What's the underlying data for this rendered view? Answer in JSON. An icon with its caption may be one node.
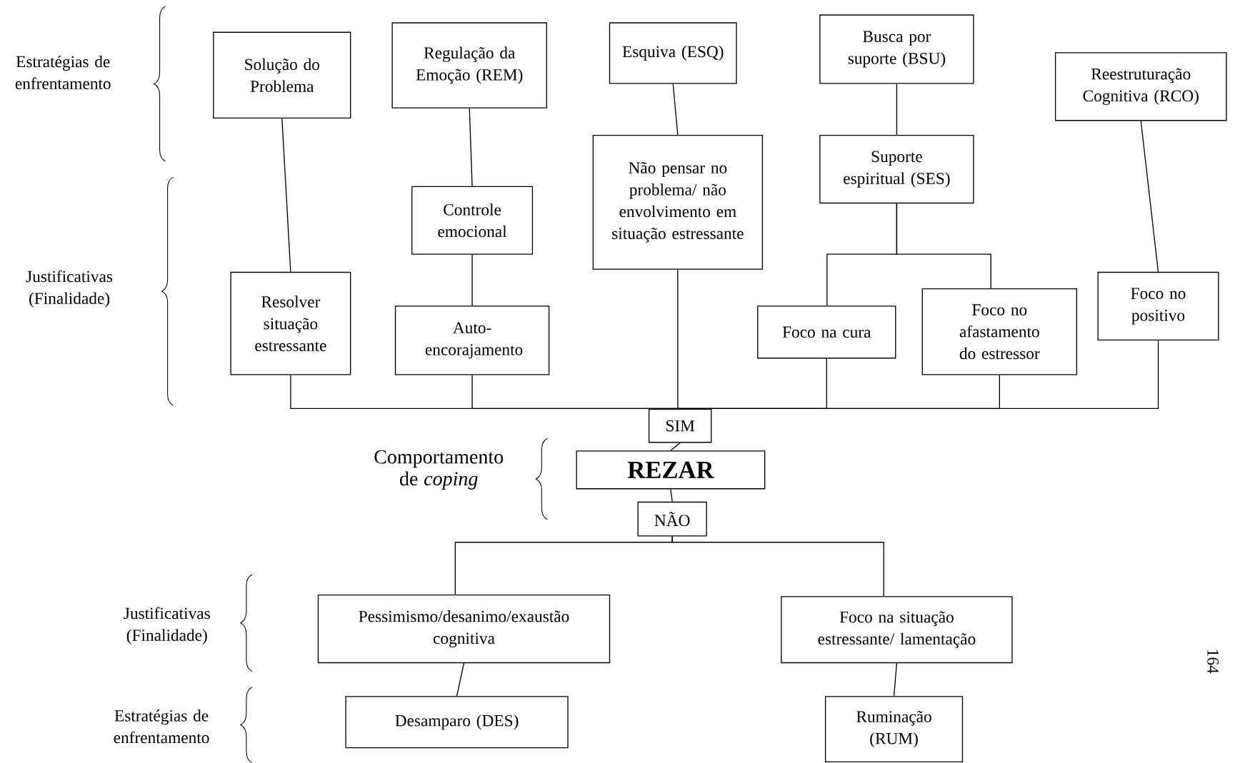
{
  "diagram": {
    "nodes": [
      {
        "text": [
          "Solução do Problema"
        ]
      },
      {
        "text": [
          "Regulação da Emoção (REM)"
        ]
      },
      {
        "text": [
          "Esquiva (ESQ)"
        ]
      },
      {
        "text": [
          "Busca por suporte (BSU)"
        ]
      },
      {
        "text": [
          "Reestruturação Cognitiva (RCO)"
        ]
      },
      {
        "text": [
          "Controle emocional"
        ]
      },
      {
        "text": [
          "Não pensar no problema/ não envolvimento em situação estressante"
        ]
      },
      {
        "text": [
          "Suporte espiritual (SES)"
        ]
      },
      {
        "text": [
          "Resolver situação estressante"
        ]
      },
      {
        "text": [
          "Auto-encorajamento"
        ]
      },
      {
        "text": [
          "Foco na cura"
        ]
      },
      {
        "text": [
          "Foco no afastamento do estressor"
        ]
      },
      {
        "text": [
          "Foco no positivo"
        ]
      },
      {
        "text": [
          "SIM"
        ]
      },
      {
        "text": [
          "REZAR"
        ]
      },
      {
        "text": [
          "NÃO"
        ]
      },
      {
        "text": [
          "Pessimismo/desanimo/exaustão cognitiva"
        ]
      },
      {
        "text": [
          "Foco na situação estressante/ lamentação"
        ]
      },
      {
        "text": [
          "Desamparo (DES)"
        ]
      },
      {
        "text": [
          "Ruminação (RUM)"
        ]
      }
    ],
    "edges": [
      {
        "from": 0,
        "to": 8,
        "arrow": "none"
      },
      {
        "from": 1,
        "to": 5,
        "arrow": "none"
      },
      {
        "from": 5,
        "to": 9,
        "arrow": "none"
      },
      {
        "from": 2,
        "to": 6,
        "arrow": "none"
      },
      {
        "from": 3,
        "to": 7,
        "arrow": "none"
      },
      {
        "from": 7,
        "to": 10,
        "arrow": "none"
      },
      {
        "from": 7,
        "to": 11,
        "arrow": "none"
      },
      {
        "from": 4,
        "to": 12,
        "arrow": "none"
      },
      {
        "from": 8,
        "to": 13,
        "arrow": "none"
      },
      {
        "from": 9,
        "to": 13,
        "arrow": "none"
      },
      {
        "from": 6,
        "to": 13,
        "arrow": "none"
      },
      {
        "from": 10,
        "to": 13,
        "arrow": "none"
      },
      {
        "from": 11,
        "to": 13,
        "arrow": "none"
      },
      {
        "from": 12,
        "to": 13,
        "arrow": "none"
      },
      {
        "from": 13,
        "to": 14,
        "arrow": "none"
      },
      {
        "from": 14,
        "to": 15,
        "arrow": "none"
      },
      {
        "from": 15,
        "to": 16,
        "arrow": "none"
      },
      {
        "from": 15,
        "to": 17,
        "arrow": "none"
      },
      {
        "from": 16,
        "to": 18,
        "arrow": "none"
      },
      {
        "from": 17,
        "to": 19,
        "arrow": "none"
      }
    ],
    "labels": [
      "Estratégias de enfrentamento",
      "Justificativas (Finalidade)",
      "Comportamento de *coping*",
      "Justificativas (Finalidade)",
      "Estratégias de enfrentamento",
      "164"
    ]
  }
}
